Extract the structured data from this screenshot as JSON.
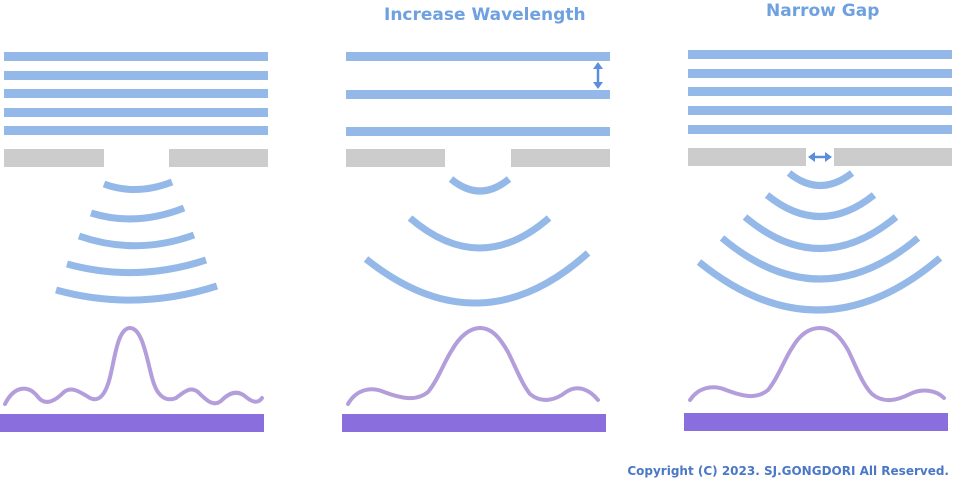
{
  "panels": [
    {
      "title": ""
    },
    {
      "title": "Increase Wavelength"
    },
    {
      "title": "Narrow Gap"
    }
  ],
  "copyright": "Copyright (C) 2023. SJ.GONGDORI All Reserved.",
  "colors": {
    "wave": "#94b8e8",
    "barrier": "#cccccc",
    "arrow": "#5b8fdc",
    "intensity": "#b39ddb",
    "screen": "#8a6edd",
    "title": "#6fa0df",
    "copyright": "#4a78c7"
  }
}
